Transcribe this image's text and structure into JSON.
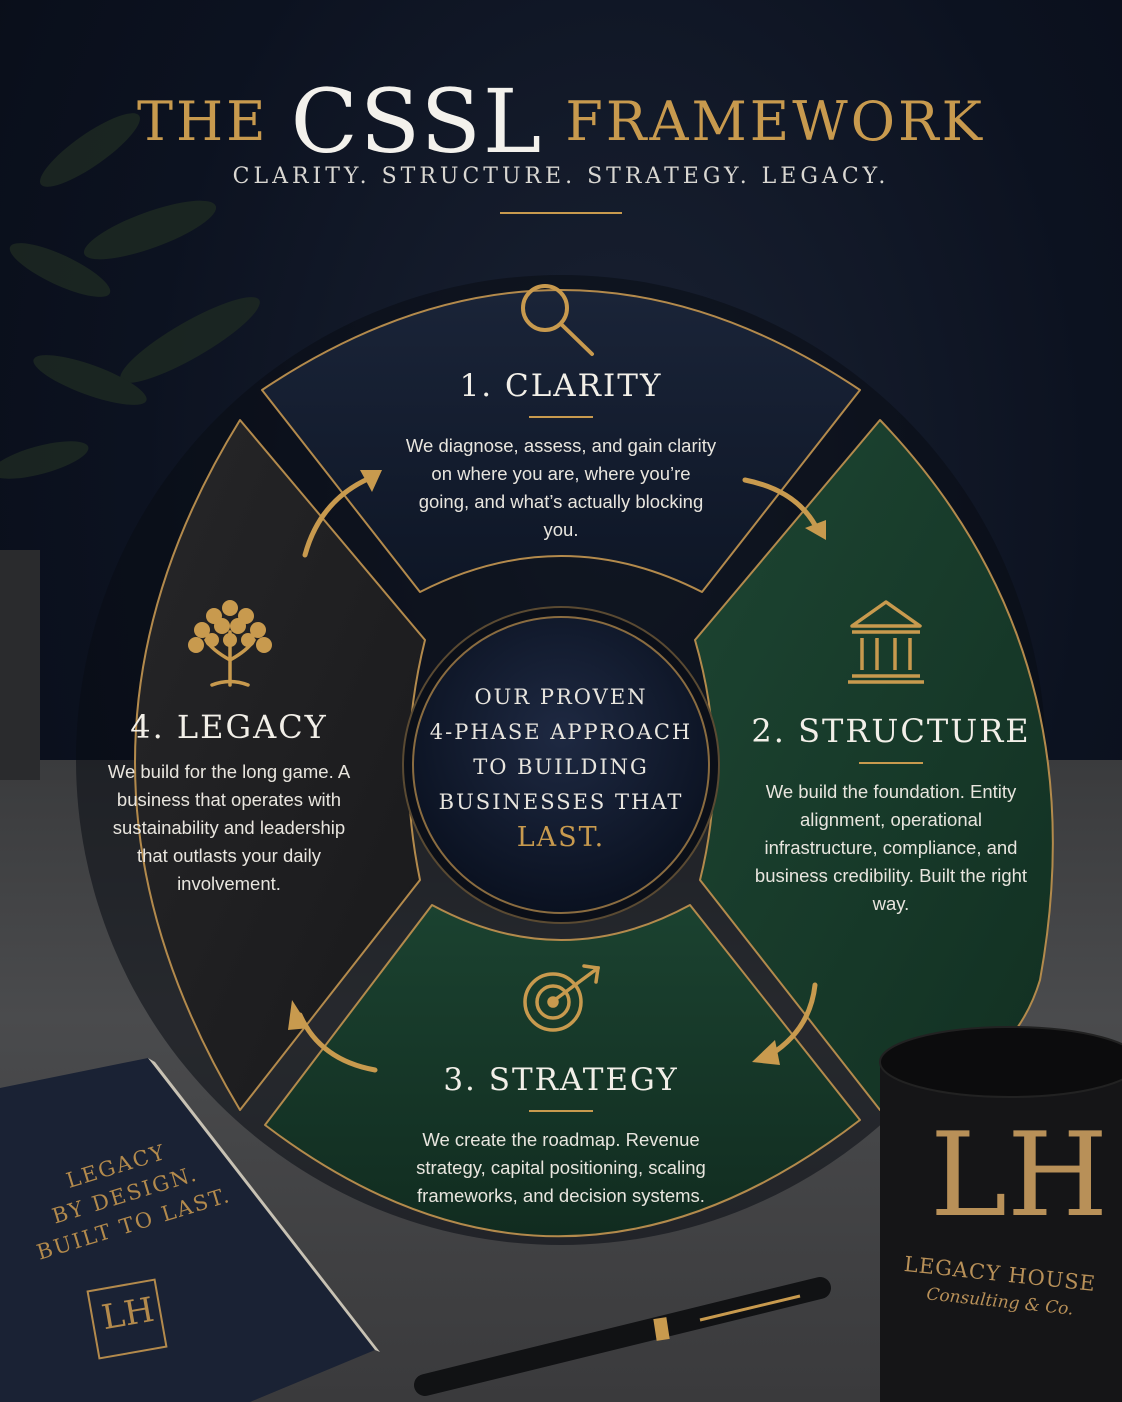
{
  "header": {
    "title_left": "THE",
    "title_main": "CSSL",
    "title_right": "FRAMEWORK",
    "subtitle": "CLARITY. STRUCTURE. STRATEGY. LEGACY."
  },
  "colors": {
    "gold": "#c89a4e",
    "navy": "#111b2e",
    "green": "#173a2a",
    "charcoal": "#1d1d1f"
  },
  "segments": [
    {
      "id": "clarity",
      "title": "1. CLARITY",
      "icon": "magnifier-icon",
      "description": "We diagnose, assess, and gain clarity on where you are, where you’re going, and what’s actually blocking you."
    },
    {
      "id": "structure",
      "title": "2. STRUCTURE",
      "icon": "building-columns-icon",
      "description": "We build the foundation. Entity alignment, operational infrastructure, compliance, and business credibility. Built the right way."
    },
    {
      "id": "strategy",
      "title": "3. STRATEGY",
      "icon": "target-arrow-icon",
      "description": "We create the roadmap. Revenue strategy, capital positioning, scaling frameworks, and decision systems."
    },
    {
      "id": "legacy",
      "title": "4. LEGACY",
      "icon": "tree-icon",
      "description": "We build for the long game. A business that operates with sustainability and leadership that outlasts your daily involvement."
    }
  ],
  "center": {
    "line1": "OUR PROVEN",
    "line2": "4-PHASE APPROACH",
    "line3": "TO BUILDING",
    "line4": "BUSINESSES THAT",
    "accent": "LAST."
  },
  "book": {
    "line1": "LEGACY",
    "line2": "BY DESIGN.",
    "line3": "BUILT TO LAST.",
    "monogram": "LH"
  },
  "mug": {
    "monogram": "LH",
    "name": "LEGACY HOUSE",
    "tagline": "Consulting & Co."
  }
}
